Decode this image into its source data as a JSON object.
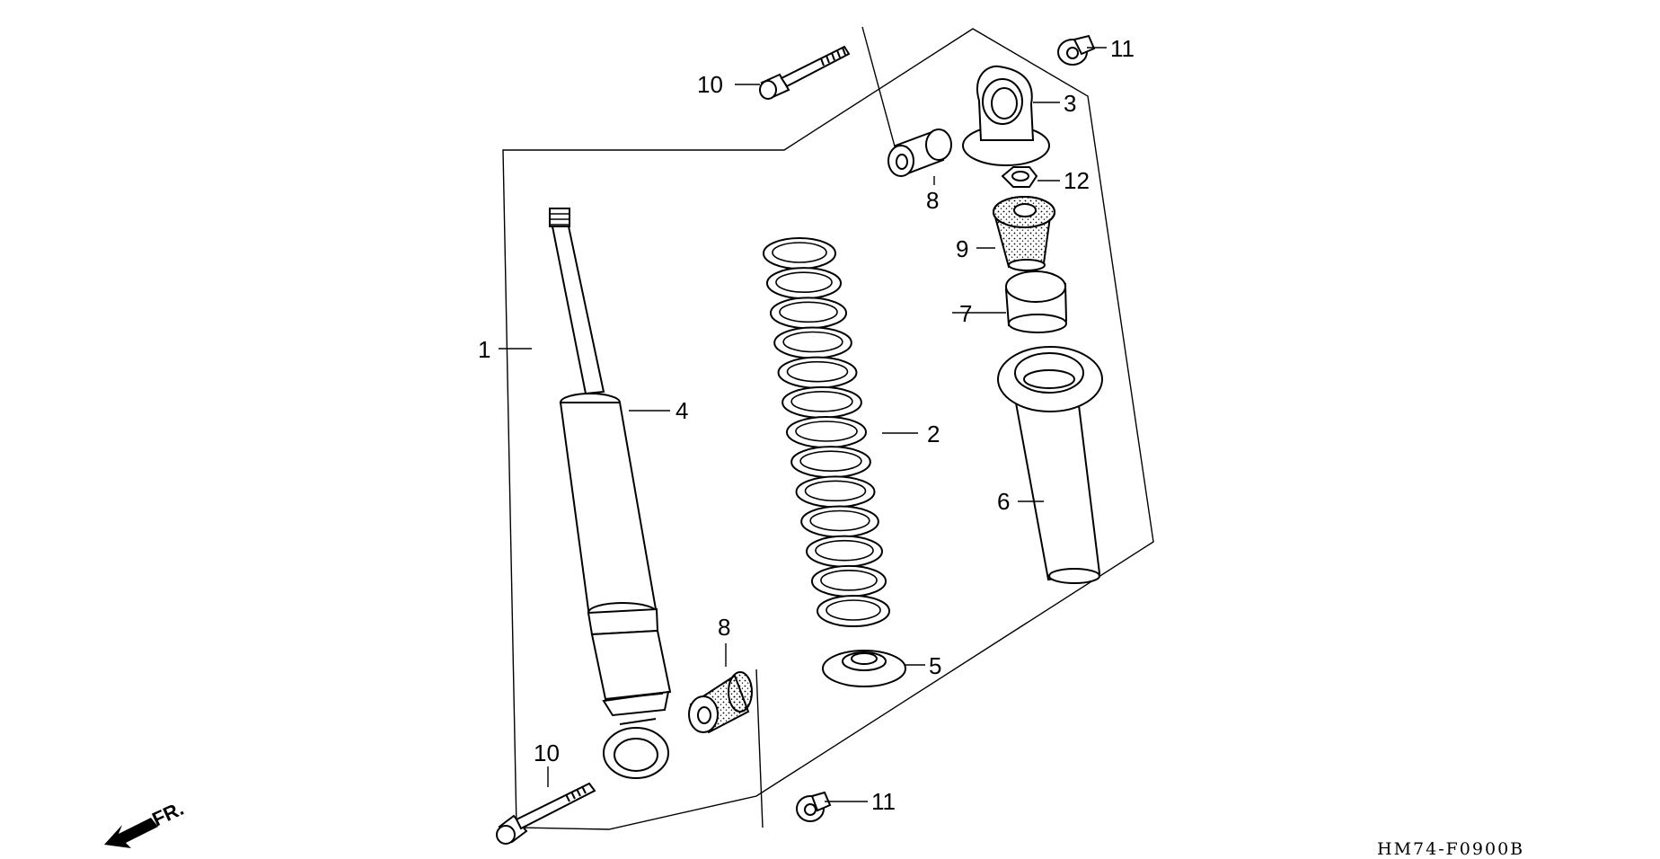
{
  "diagram": {
    "part_labels": {
      "p1": "1",
      "p2": "2",
      "p3": "3",
      "p4": "4",
      "p5": "5",
      "p6": "6",
      "p7": "7",
      "p8a": "8",
      "p8b": "8",
      "p9": "9",
      "p10a": "10",
      "p10b": "10",
      "p11a": "11",
      "p11b": "11",
      "p12": "12"
    },
    "direction_label": "FR.",
    "drawing_code": "HM74-F0900B"
  },
  "colors": {
    "ink": "#000000",
    "paper": "#ffffff"
  }
}
